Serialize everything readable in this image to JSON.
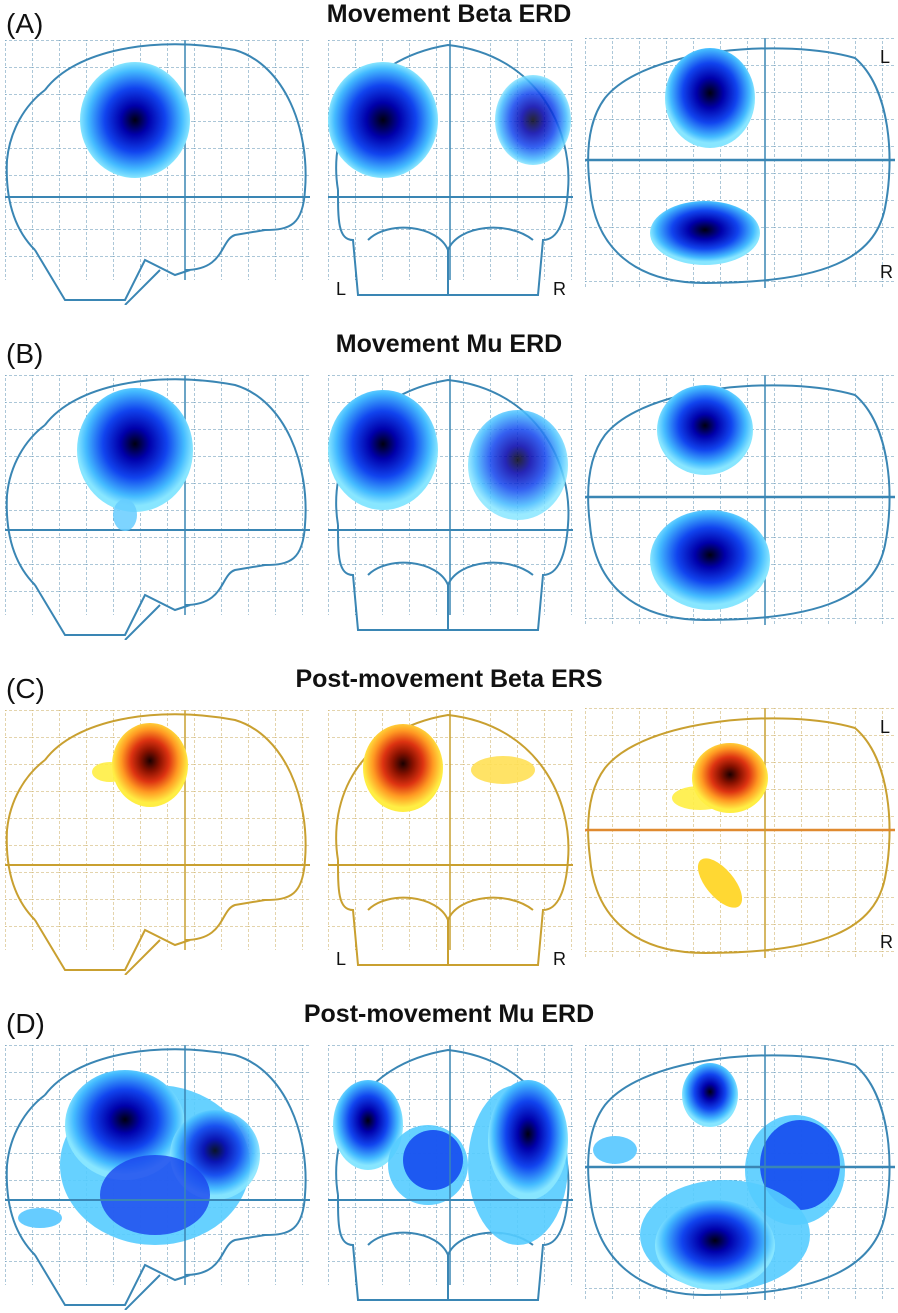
{
  "panels": [
    {
      "letter": "(A)",
      "title": "Movement Beta ERD"
    },
    {
      "letter": "(B)",
      "title": "Movement Mu ERD"
    },
    {
      "letter": "(C)",
      "title": "Post-movement Beta ERS"
    },
    {
      "letter": "(D)",
      "title": "Post-movement Mu ERD"
    }
  ],
  "orientation_labels": {
    "left": "L",
    "right": "R"
  },
  "colors": {
    "blue_outline": "#3a86b4",
    "blue_grid": "#5a8fb0",
    "gold_outline": "#c9a030",
    "gold_grid": "#c9a85a",
    "blob_blue_outer": "#66ddff",
    "blob_blue_mid": "#1133ee",
    "blob_blue_core": "#000010",
    "blob_hot_outer": "#ffee44",
    "blob_hot_mid": "#dd3311",
    "blob_hot_core": "#1a0000"
  }
}
